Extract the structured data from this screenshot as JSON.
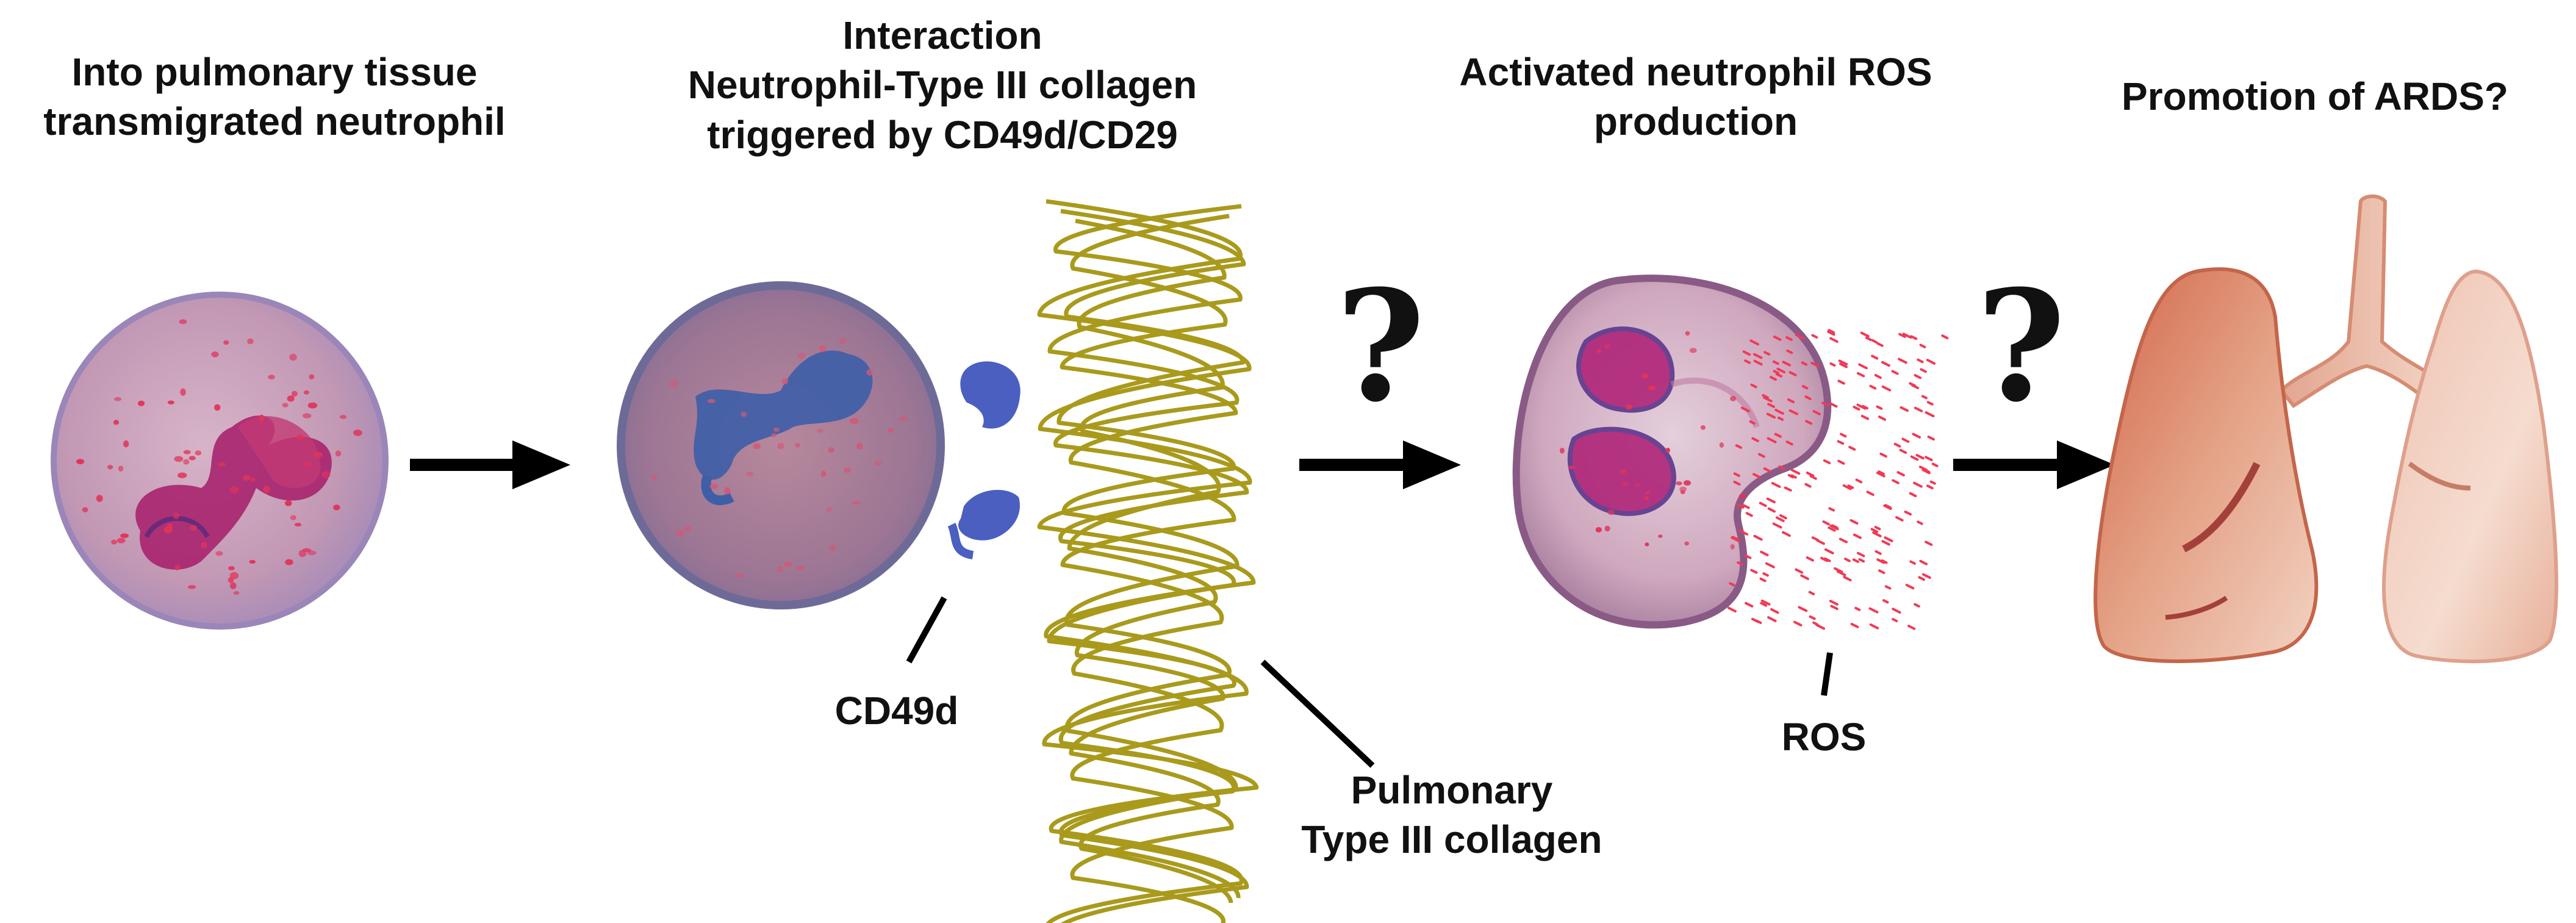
{
  "steps": [
    {
      "title_lines": [
        "Into pulmonary tissue",
        "transmigrated neutrophil"
      ]
    },
    {
      "title_lines": [
        "Interaction",
        "Neutrophil-Type III collagen",
        "triggered by CD49d/CD29"
      ]
    },
    {
      "title_lines": [
        "Activated neutrophil ROS",
        "production"
      ]
    },
    {
      "title_lines": [
        "Promotion of ARDS?"
      ]
    }
  ],
  "callouts": {
    "cd49d": "CD49d",
    "collagen_lines": [
      "Pulmonary",
      "Type III collagen"
    ],
    "ros": "ROS"
  },
  "question_marks": [
    "?",
    "?"
  ],
  "colors": {
    "cell_body": "#b58aa8",
    "nucleus": "#a8246e",
    "granule": "#e0345a",
    "receptor": "#4a5fc0",
    "collagen": "#a99a1c",
    "ros_dot": "#f03a55",
    "lung": "#d98a6e",
    "arrow": "#000000"
  },
  "icons": [
    "neutrophil-icon",
    "bound-neutrophil-icon",
    "activated-neutrophil-icon",
    "lungs-icon"
  ]
}
